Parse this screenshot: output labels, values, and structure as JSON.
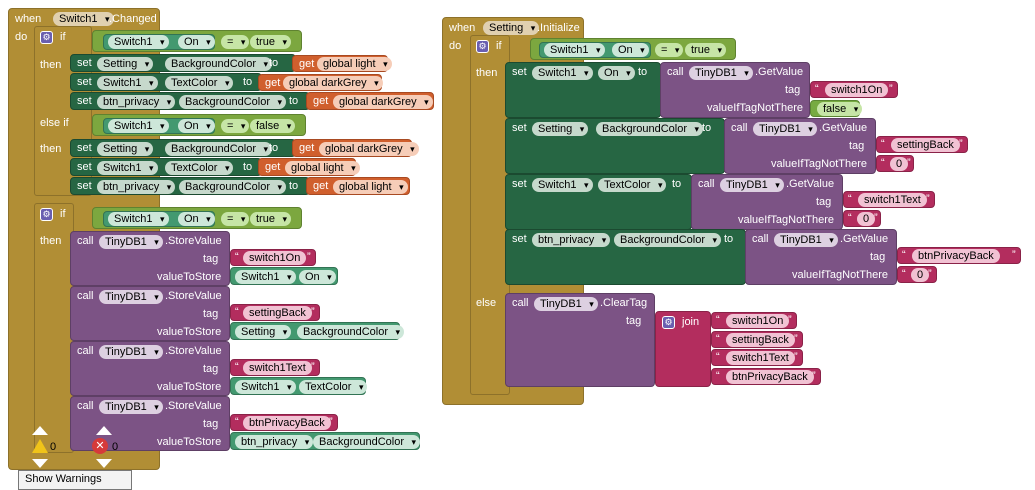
{
  "left_event": {
    "when": "when",
    "component": "Switch1",
    "event": ".Changed",
    "do": "do",
    "if1": {
      "if": "if",
      "then": "then",
      "else_if": "else if",
      "cond1": {
        "comp": "Switch1",
        "prop": "On",
        "op": "=",
        "val": "true"
      },
      "sets1": [
        {
          "set": "set",
          "comp": "Setting",
          "prop": "BackgroundColor",
          "to": "to",
          "get": "get",
          "var": "global light"
        },
        {
          "set": "set",
          "comp": "Switch1",
          "prop": "TextColor",
          "to": "to",
          "get": "get",
          "var": "global darkGrey"
        },
        {
          "set": "set",
          "comp": "btn_privacy",
          "prop": "BackgroundColor",
          "to": "to",
          "get": "get",
          "var": "global darkGrey"
        }
      ],
      "cond2": {
        "comp": "Switch1",
        "prop": "On",
        "op": "=",
        "val": "false"
      },
      "sets2": [
        {
          "set": "set",
          "comp": "Setting",
          "prop": "BackgroundColor",
          "to": "to",
          "get": "get",
          "var": "global darkGrey"
        },
        {
          "set": "set",
          "comp": "Switch1",
          "prop": "TextColor",
          "to": "to",
          "get": "get",
          "var": "global light"
        },
        {
          "set": "set",
          "comp": "btn_privacy",
          "prop": "BackgroundColor",
          "to": "to",
          "get": "get",
          "var": "global light"
        }
      ]
    },
    "if2": {
      "if": "if",
      "then": "then",
      "cond": {
        "comp": "Switch1",
        "prop": "On",
        "op": "=",
        "val": "true"
      },
      "calls": [
        {
          "call": "call",
          "db": "TinyDB1",
          "method": ".StoreValue",
          "tag_label": "tag",
          "tag": "switch1On",
          "vts_label": "valueToStore",
          "v_comp": "Switch1",
          "v_prop": "On"
        },
        {
          "call": "call",
          "db": "TinyDB1",
          "method": ".StoreValue",
          "tag_label": "tag",
          "tag": "settingBack",
          "vts_label": "valueToStore",
          "v_comp": "Setting",
          "v_prop": "BackgroundColor"
        },
        {
          "call": "call",
          "db": "TinyDB1",
          "method": ".StoreValue",
          "tag_label": "tag",
          "tag": "switch1Text",
          "vts_label": "valueToStore",
          "v_comp": "Switch1",
          "v_prop": "TextColor"
        },
        {
          "call": "call",
          "db": "TinyDB1",
          "method": ".StoreValue",
          "tag_label": "tag",
          "tag": "btnPrivacyBack",
          "vts_label": "valueToStore",
          "v_comp": "btn_privacy",
          "v_prop": "BackgroundColor"
        }
      ]
    }
  },
  "right_event": {
    "when": "when",
    "component": "Setting",
    "event": ".Initialize",
    "do": "do",
    "if": "if",
    "then": "then",
    "else": "else",
    "cond": {
      "comp": "Switch1",
      "prop": "On",
      "op": "=",
      "val": "true"
    },
    "sets": [
      {
        "set": "set",
        "comp": "Switch1",
        "prop": "On",
        "to": "to",
        "call": "call",
        "db": "TinyDB1",
        "method": ".GetValue",
        "tag_label": "tag",
        "tag": "switch1On",
        "vin_label": "valueIfTagNotThere",
        "vin": "false"
      },
      {
        "set": "set",
        "comp": "Setting",
        "prop": "BackgroundColor",
        "to": "to",
        "call": "call",
        "db": "TinyDB1",
        "method": ".GetValue",
        "tag_label": "tag",
        "tag": "settingBack",
        "vin_label": "valueIfTagNotThere",
        "vin": "0"
      },
      {
        "set": "set",
        "comp": "Switch1",
        "prop": "TextColor",
        "to": "to",
        "call": "call",
        "db": "TinyDB1",
        "method": ".GetValue",
        "tag_label": "tag",
        "tag": "switch1Text",
        "vin_label": "valueIfTagNotThere",
        "vin": "0"
      },
      {
        "set": "set",
        "comp": "btn_privacy",
        "prop": "BackgroundColor",
        "to": "to",
        "call": "call",
        "db": "TinyDB1",
        "method": ".GetValue",
        "tag_label": "tag",
        "tag": "btnPrivacyBack",
        "vin_label": "valueIfTagNotThere",
        "vin": "0"
      }
    ],
    "clear": {
      "call": "call",
      "db": "TinyDB1",
      "method": ".ClearTag",
      "tag_label": "tag",
      "join": "join",
      "items": [
        "switch1On",
        "settingBack",
        "switch1Text",
        "btnPrivacyBack"
      ]
    }
  },
  "footer": {
    "warnings": "0",
    "errors": "0",
    "show_warnings": "Show Warnings"
  }
}
